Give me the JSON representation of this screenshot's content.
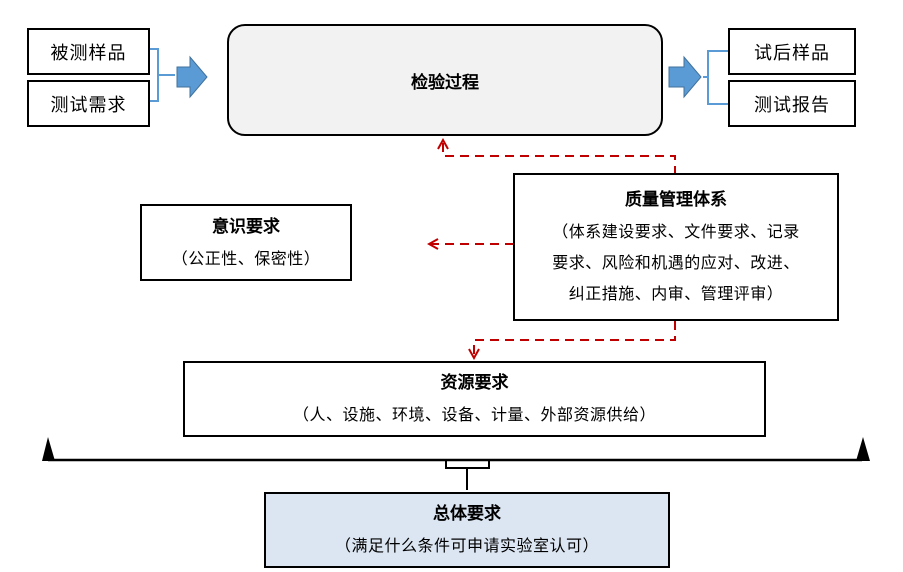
{
  "inputs": [
    "被测样品",
    "测试需求"
  ],
  "process": {
    "title": "检验过程"
  },
  "outputs": [
    "试后样品",
    "测试报告"
  ],
  "quality": {
    "title": "质量管理体系",
    "lines": [
      "（体系建设要求、文件要求、记录",
      "要求、风险和机遇的应对、改进、",
      "纠正措施、内审、管理评审）"
    ]
  },
  "awareness": {
    "title": "意识要求",
    "detail": "（公正性、保密性）"
  },
  "resource": {
    "title": "资源要求",
    "detail": "（人、设施、环境、设备、计量、外部资源供给）"
  },
  "general": {
    "title": "总体要求",
    "detail": "（满足什么条件可申请实验室认可）"
  },
  "colors": {
    "arrow_fill": "#5b9bd5",
    "dashed": "#c00000",
    "bracket": "#5b9bd5",
    "general_bg": "#dce6f2"
  }
}
